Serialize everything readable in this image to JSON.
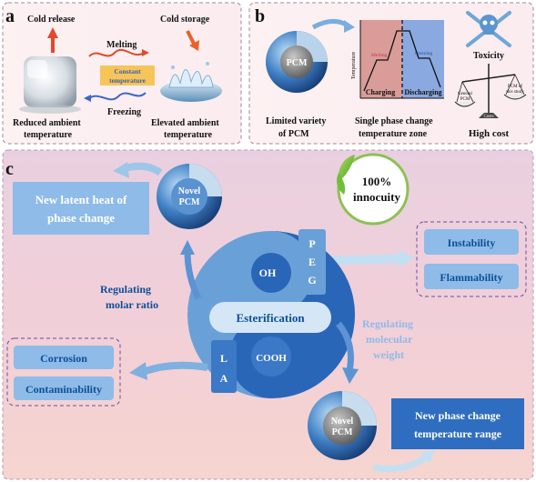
{
  "panel_a": {
    "letter": "a",
    "cold_release": "Cold release",
    "cold_storage": "Cold storage",
    "melting": "Melting",
    "constant_temperature": [
      "Constant",
      "temperature"
    ],
    "freezing": "Freezing",
    "reduced_ambient": [
      "Reduced ambient",
      "temperature"
    ],
    "elevated_ambient": [
      "Elevated ambient",
      "temperature"
    ]
  },
  "panel_b": {
    "letter": "b",
    "pcm_core": "PCM",
    "limited_variety": [
      "Limited variety",
      "of PCM"
    ],
    "chart_axis": "Temperature",
    "chart_melting": "Melting",
    "chart_freezing": "Freezing",
    "charging": "Charging",
    "discharging": "Discharging",
    "single_phase": [
      "Single phase change",
      "temperature zone"
    ],
    "toxicity": "Toxicity",
    "general_pcm": [
      "General",
      "PCM"
    ],
    "pcm_this_study": [
      "PCM of",
      "this study"
    ],
    "costs": "Costs",
    "high_cost": "High cost"
  },
  "panel_c": {
    "letter": "c",
    "novel_pcm_top": [
      "Novel",
      "PCM"
    ],
    "new_latent_heat": [
      "New latent heat of",
      "phase change"
    ],
    "innocuity": [
      "100%",
      "innocuity"
    ],
    "instability": "Instability",
    "flammability": "Flammability",
    "oh": "OH",
    "peg": [
      "P",
      "E",
      "G"
    ],
    "regulating_molar": [
      "Regulating",
      "molar ratio"
    ],
    "esterification": "Esterification",
    "regulating_weight": [
      "Regulating",
      "molecular",
      "weight"
    ],
    "corrosion": "Corrosion",
    "contaminability": "Contaminability",
    "la": [
      "L",
      "A"
    ],
    "cooh": "COOH",
    "novel_pcm_bottom": [
      "Novel",
      "PCM"
    ],
    "new_range": [
      "New phase change",
      "temperature range"
    ]
  },
  "colors": {
    "panel_bg_top": "#fbecef",
    "panel_c_bg": "#e8c8d8",
    "blue_dark": "#2a66b8",
    "blue_mid": "#5d93d2",
    "blue_light": "#9cc4ec",
    "box_fill": "#8fbbe8",
    "box_text": "#0e4f9a",
    "arrow_fill": "#9ec6e8"
  }
}
